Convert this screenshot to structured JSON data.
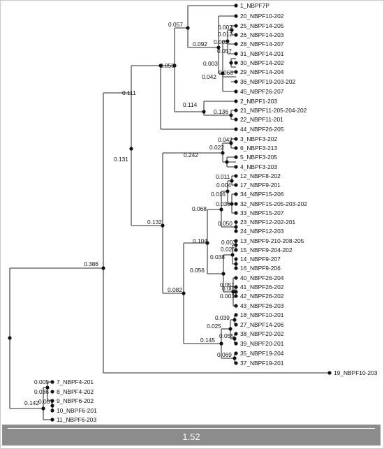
{
  "tree": {
    "leaves": [
      {
        "id": "L1",
        "label": "1_NBPF7P"
      },
      {
        "id": "L20",
        "label": "20_NBPF10-202"
      },
      {
        "id": "L25",
        "label": "25_NBPF14-205"
      },
      {
        "id": "L26",
        "label": "26_NBPF14-203"
      },
      {
        "id": "L28",
        "label": "28_NBPF14-207"
      },
      {
        "id": "L31",
        "label": "31_NBPF14-201"
      },
      {
        "id": "L30",
        "label": "30_NBPF14-202"
      },
      {
        "id": "L29",
        "label": "29_NBPF14-204"
      },
      {
        "id": "L36",
        "label": "36_NBPF19-203-202"
      },
      {
        "id": "L45",
        "label": "45_NBPF26-207"
      },
      {
        "id": "L2",
        "label": "2_NBPF1-203"
      },
      {
        "id": "L21",
        "label": "21_NBPF11-205-204-202"
      },
      {
        "id": "L22",
        "label": "22_NBPF11-201"
      },
      {
        "id": "L44",
        "label": "44_NBPF26-205"
      },
      {
        "id": "L3",
        "label": "3_NBPF3-202"
      },
      {
        "id": "L6",
        "label": "6_NBPF3-213"
      },
      {
        "id": "L5",
        "label": "5_NBPF3-205"
      },
      {
        "id": "L4",
        "label": "4_NBPF3-203"
      },
      {
        "id": "L12",
        "label": "12_NBPF8-202"
      },
      {
        "id": "L17",
        "label": "17_NBPF9-201"
      },
      {
        "id": "L34",
        "label": "34_NBPF15-206"
      },
      {
        "id": "L32",
        "label": "32_NBPF15-205-203-202"
      },
      {
        "id": "L33",
        "label": "33_NBPF15-207"
      },
      {
        "id": "L23",
        "label": "23_NBPF12-202-201"
      },
      {
        "id": "L24",
        "label": "24_NBPF12-203"
      },
      {
        "id": "L13",
        "label": "13_NBPF9-210-208-205"
      },
      {
        "id": "L15",
        "label": "15_NBPF9-204-202"
      },
      {
        "id": "L14",
        "label": "14_NBPF9-207"
      },
      {
        "id": "L16",
        "label": "16_NBPF9-206"
      },
      {
        "id": "L40",
        "label": "40_NBPF26-204"
      },
      {
        "id": "L41",
        "label": "41_NBPF26-202"
      },
      {
        "id": "L42",
        "label": "42_NBPF26-202"
      },
      {
        "id": "L43",
        "label": "43_NBPF26-203"
      },
      {
        "id": "L18",
        "label": "18_NBPF10-201"
      },
      {
        "id": "L27",
        "label": "27_NBPF14-206"
      },
      {
        "id": "L38",
        "label": "38_NBPF20-202"
      },
      {
        "id": "L39",
        "label": "39_NBPF20-201"
      },
      {
        "id": "L35",
        "label": "35_NBPF19-204"
      },
      {
        "id": "L37",
        "label": "37_NBPF19-201"
      },
      {
        "id": "L19",
        "label": "19_NBPF10-203"
      },
      {
        "id": "L7",
        "label": "7_NBPF4-201"
      },
      {
        "id": "L8",
        "label": "8_NBPF4-202"
      },
      {
        "id": "L9",
        "label": "9_NBPF6-202"
      },
      {
        "id": "L10",
        "label": "10_NBPF6-201"
      },
      {
        "id": "L11",
        "label": "11_NBPF6-203"
      }
    ],
    "branch_lengths": [
      {
        "id": "b1",
        "value": "0.057"
      },
      {
        "id": "b2",
        "value": "0.092"
      },
      {
        "id": "b3",
        "value": "0.007"
      },
      {
        "id": "b4",
        "value": "0.012"
      },
      {
        "id": "b5",
        "value": "0.002"
      },
      {
        "id": "b6",
        "value": "0.057"
      },
      {
        "id": "b7",
        "value": "0.003"
      },
      {
        "id": "b8",
        "value": "0.068"
      },
      {
        "id": "b9",
        "value": "0.042"
      },
      {
        "id": "b10",
        "value": "0.058"
      },
      {
        "id": "b11",
        "value": "0.114"
      },
      {
        "id": "b12",
        "value": "0.136"
      },
      {
        "id": "b13",
        "value": "0.111"
      },
      {
        "id": "b14",
        "value": "0.042"
      },
      {
        "id": "b15",
        "value": "0.022"
      },
      {
        "id": "b16",
        "value": "0.242"
      },
      {
        "id": "b17",
        "value": "0.131"
      },
      {
        "id": "b18",
        "value": "0.011"
      },
      {
        "id": "b19",
        "value": "0.004"
      },
      {
        "id": "b20",
        "value": "0.016"
      },
      {
        "id": "b21",
        "value": "0.036"
      },
      {
        "id": "b22",
        "value": "0.068"
      },
      {
        "id": "b23",
        "value": "0.050"
      },
      {
        "id": "b24",
        "value": "0.132"
      },
      {
        "id": "b25",
        "value": "0.104"
      },
      {
        "id": "b26",
        "value": "0.003"
      },
      {
        "id": "b27",
        "value": "0.026"
      },
      {
        "id": "b28",
        "value": "0.038"
      },
      {
        "id": "b29",
        "value": "0.056"
      },
      {
        "id": "b30",
        "value": "0.051"
      },
      {
        "id": "b31",
        "value": "0.002"
      },
      {
        "id": "b32",
        "value": "0.003"
      },
      {
        "id": "b33",
        "value": "0.082"
      },
      {
        "id": "b34",
        "value": "0.039"
      },
      {
        "id": "b35",
        "value": "0.025"
      },
      {
        "id": "b36",
        "value": "0.055"
      },
      {
        "id": "b37",
        "value": "0.145"
      },
      {
        "id": "b38",
        "value": "0.069"
      },
      {
        "id": "b39",
        "value": "0.386"
      },
      {
        "id": "b40",
        "value": "0.005"
      },
      {
        "id": "b41",
        "value": "0.036"
      },
      {
        "id": "b42",
        "value": "0.007"
      },
      {
        "id": "b43",
        "value": "0.142"
      }
    ]
  },
  "scale_bar": {
    "value": "1.52"
  }
}
